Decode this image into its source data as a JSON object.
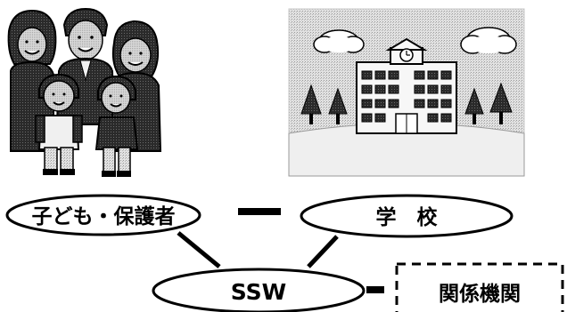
{
  "nodes": {
    "family": {
      "label": "子ども・保護者",
      "icon": "family-icon"
    },
    "school": {
      "label": "学　校",
      "icon": "school-building-icon"
    },
    "ssw": {
      "label": "SSW"
    },
    "agencies": {
      "label": "関係機関"
    }
  },
  "connectors": [
    {
      "from": "family",
      "to": "school",
      "style": "thick-dash"
    },
    {
      "from": "family",
      "to": "ssw",
      "style": "diagonal-line"
    },
    {
      "from": "school",
      "to": "ssw",
      "style": "diagonal-line"
    },
    {
      "from": "ssw",
      "to": "agencies",
      "style": "thick-dash"
    }
  ],
  "colors": {
    "ink": "#000000",
    "panel_gray": "#d9d9d9",
    "paper": "#ffffff"
  }
}
